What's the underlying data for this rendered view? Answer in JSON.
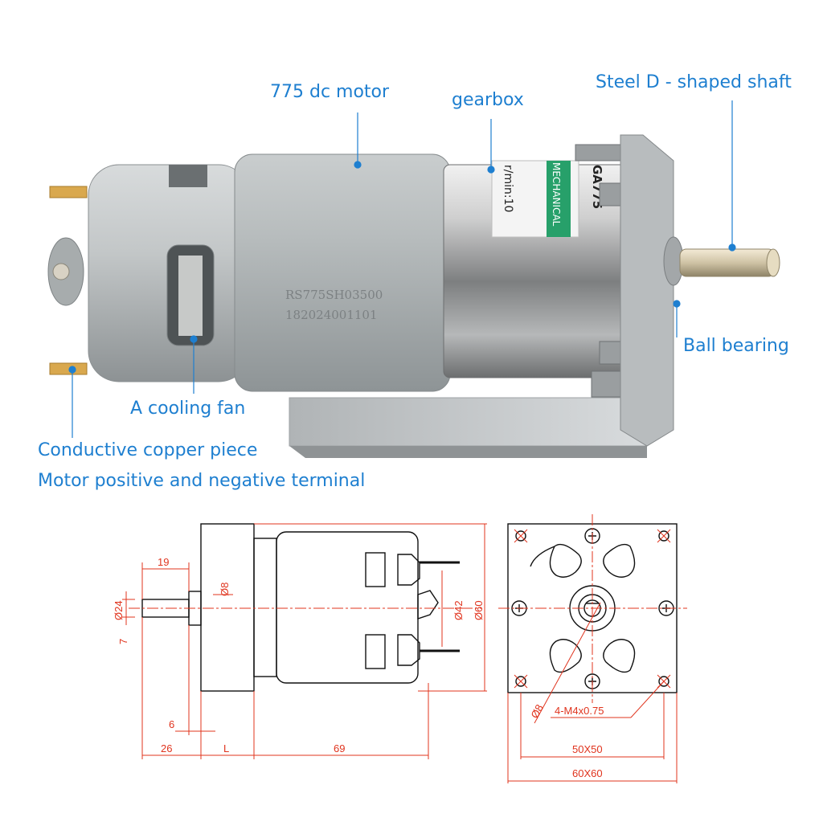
{
  "photo": {
    "callouts": {
      "motor": "775 dc motor",
      "gearbox": "gearbox",
      "shaft": "Steel D - shaped shaft",
      "bearing": "Ball bearing",
      "fan": "A cooling fan",
      "terminal_line1": "Conductive copper piece",
      "terminal_line2": "Motor positive and negative terminal"
    },
    "motor_print": {
      "model": "RS775SH03500",
      "serial": "182024001101"
    },
    "gearbox_label": {
      "model": "GA775",
      "brand": "MECHANICAL",
      "ratio": "r/min:10"
    },
    "accent_color": "#1e7fd0"
  },
  "side_drawing": {
    "dims": {
      "shaft_len": "19",
      "shaft_dia": "Ø8",
      "boss_dia": "Ø24",
      "flat": "7",
      "motor_dia": "Ø42",
      "plate_size": "Ø60",
      "plate_thickness": "6",
      "shaft_total": "26",
      "gearbox_len": "L",
      "motor_len": "69"
    }
  },
  "front_drawing": {
    "dims": {
      "bore": "Ø8",
      "holes": "4-M4x0.75",
      "hole_spacing": "50X50",
      "plate": "60X60"
    }
  },
  "colors": {
    "dimension_red": "#e0341e"
  }
}
